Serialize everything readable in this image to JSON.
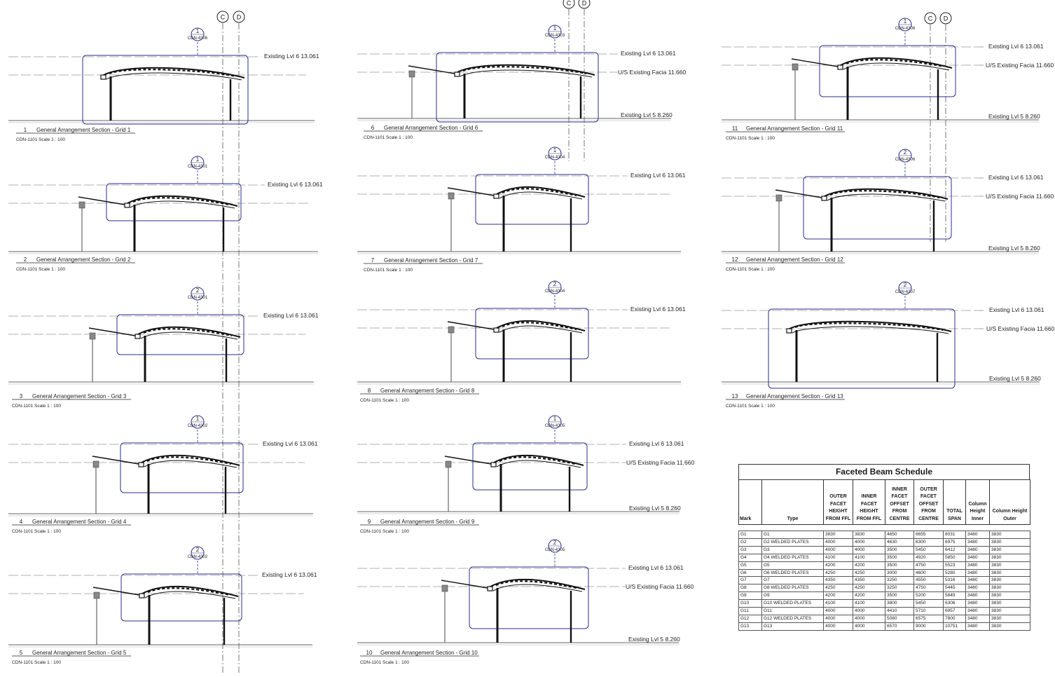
{
  "grid_bubbles": [
    "C",
    "D"
  ],
  "level_labels": {
    "existing_top": "Existing Lvl 6 13.061",
    "us_facia": "U/S Existing Facia 11.660",
    "existing_bottom": "Existing Lvl 5 8.260"
  },
  "sections": [
    {
      "number": "1",
      "title": "General Arrangement Section - Grid 1",
      "sheet": "CDN-1101 Scale 1 : 100",
      "callout_num": "1",
      "callout_ref": "CDN-4306"
    },
    {
      "number": "2",
      "title": "General Arrangement Section - Grid 2",
      "sheet": "CDN-1101 Scale 1 : 100",
      "callout_num": "1",
      "callout_ref": "CDN-4301"
    },
    {
      "number": "3",
      "title": "General Arrangement Section - Grid 3",
      "sheet": "CDN-1101 Scale 1 : 100",
      "callout_num": "2",
      "callout_ref": "CDN-4301"
    },
    {
      "number": "4",
      "title": "General Arrangement Section - Grid 4",
      "sheet": "CDN-1101 Scale 1 : 100",
      "callout_num": "1",
      "callout_ref": "CDN-4302"
    },
    {
      "number": "5",
      "title": "General Arrangement Section - Grid 5",
      "sheet": "CDN-1101 Scale 1 : 100",
      "callout_num": "2",
      "callout_ref": "CDN-4302"
    },
    {
      "number": "6",
      "title": "General Arrangement Section - Grid 6",
      "sheet": "CDN-1101 Scale 1 : 100",
      "callout_num": "1",
      "callout_ref": "CDN-4303"
    },
    {
      "number": "7",
      "title": "General Arrangement Section - Grid 7",
      "sheet": "CDN-1101 Scale 1 : 100",
      "callout_num": "1",
      "callout_ref": "CDN-4304"
    },
    {
      "number": "8",
      "title": "General Arrangement Section - Grid 8",
      "sheet": "CDN-1101 Scale 1 : 100",
      "callout_num": "2",
      "callout_ref": "CDN-4304"
    },
    {
      "number": "9",
      "title": "General Arrangement Section - Grid 9",
      "sheet": "CDN-1101 Scale 1 : 100",
      "callout_num": "1",
      "callout_ref": "CDN-4305"
    },
    {
      "number": "10",
      "title": "General Arrangement Section - Grid 10",
      "sheet": "CDN-1101 Scale 1 : 100",
      "callout_num": "2",
      "callout_ref": "CDN-4305"
    },
    {
      "number": "11",
      "title": "General Arrangement Section - Grid 11",
      "sheet": "CDN-1101 Scale 1 : 100",
      "callout_num": "1",
      "callout_ref": "CDN-4306"
    },
    {
      "number": "12",
      "title": "General Arrangement Section - Grid 12",
      "sheet": "CDN-1101 Scale 1 : 100",
      "callout_num": "2",
      "callout_ref": "CDN-4306"
    },
    {
      "number": "13",
      "title": "General Arrangement Section - Grid 13",
      "sheet": "CDN-1101 Scale 1 : 100",
      "callout_num": "2",
      "callout_ref": "CDN-4307"
    }
  ],
  "schedule": {
    "title": "Faceted Beam Schedule",
    "headers": [
      "Mark",
      "Type",
      "OUTER FACET HEIGHT FROM FFL",
      "INNER FACET HEIGHT FROM FFL",
      "INNER FACET OFFSET FROM CENTRE",
      "OUTER FACET OFFSET FROM CENTRE",
      "TOTAL SPAN",
      "Column Height Inner",
      "Column Height Outer"
    ],
    "rows": [
      [
        "G1",
        "G1",
        "3830",
        "3830",
        "4650",
        "6655",
        "8031",
        "3480",
        "3830"
      ],
      [
        "G2",
        "G2 WELDED PLATES",
        "4000",
        "4000",
        "4630",
        "6300",
        "6975",
        "3480",
        "3830"
      ],
      [
        "G3",
        "G3",
        "4000",
        "4000",
        "3500",
        "5450",
        "6412",
        "3480",
        "3830"
      ],
      [
        "G4",
        "G4 WELDED PLATES",
        "4100",
        "4100",
        "3500",
        "4920",
        "5850",
        "3480",
        "3830"
      ],
      [
        "G5",
        "G5",
        "4200",
        "4200",
        "3500",
        "4750",
        "5523",
        "3480",
        "3830"
      ],
      [
        "G6",
        "G6 WELDED PLATES",
        "4250",
        "4250",
        "3000",
        "4600",
        "5280",
        "3480",
        "3830"
      ],
      [
        "G7",
        "G7",
        "4350",
        "4350",
        "3250",
        "4550",
        "5316",
        "3480",
        "3830"
      ],
      [
        "G8",
        "G8 WELDED PLATES",
        "4250",
        "4250",
        "3250",
        "4750",
        "5445",
        "3480",
        "3830"
      ],
      [
        "G9",
        "G9",
        "4200",
        "4200",
        "3500",
        "5200",
        "5849",
        "3480",
        "3830"
      ],
      [
        "G10",
        "G10 WELDED PLATES",
        "4100",
        "4100",
        "3800",
        "5450",
        "6306",
        "3480",
        "3830"
      ],
      [
        "G11",
        "G11",
        "4000",
        "4000",
        "4410",
        "5710",
        "6957",
        "3480",
        "3830"
      ],
      [
        "G12",
        "G12 WELDED PLATES",
        "4000",
        "4000",
        "5080",
        "6575",
        "7800",
        "3480",
        "3830"
      ],
      [
        "G13",
        "G13",
        "4000",
        "4000",
        "6570",
        "9000",
        "10751",
        "3480",
        "3830"
      ]
    ]
  }
}
